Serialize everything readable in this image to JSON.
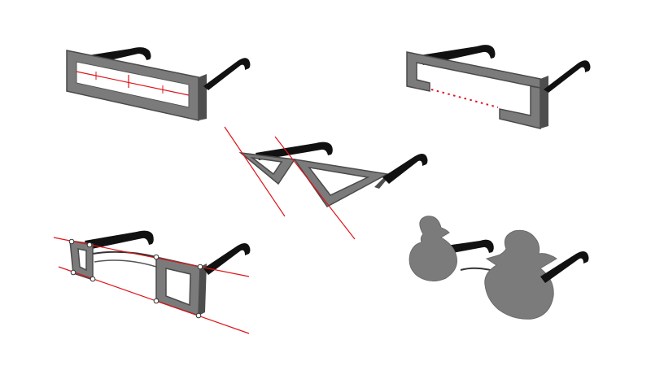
{
  "colors": {
    "background": "#ffffff",
    "frame_fill": "#7b7b7b",
    "frame_stroke": "#4a4a4a",
    "temple": "#111111",
    "construction_line": "#e0141b",
    "vertex_marker_fill": "#ffffff",
    "vertex_marker_stroke": "#333333"
  },
  "figures": [
    {
      "id": "rectangular-glasses-with-guides",
      "description_text": ""
    },
    {
      "id": "open-rectangular-glasses-dotted-gap",
      "description_text": ""
    },
    {
      "id": "triangle-glasses-with-lines",
      "description_text": ""
    },
    {
      "id": "square-glasses-perspective-lines",
      "description_text": ""
    },
    {
      "id": "duck-shaped-glasses",
      "description_text": ""
    }
  ]
}
